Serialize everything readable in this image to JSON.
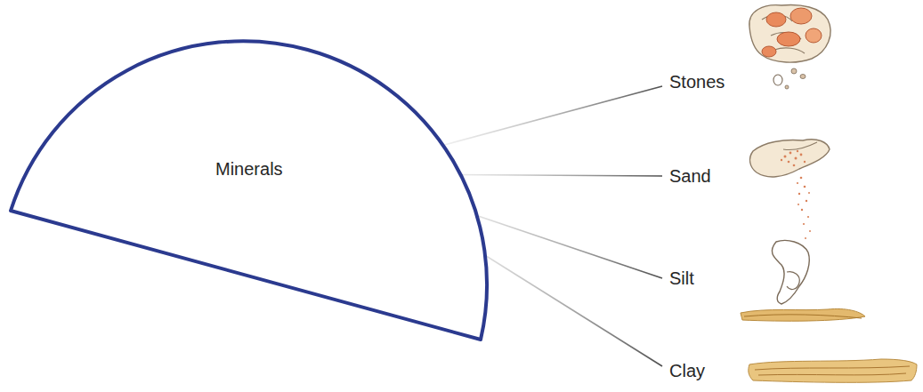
{
  "diagram": {
    "nodes": [
      {
        "text": [
          "Minerals"
        ]
      }
    ],
    "labels": [
      "Stones",
      "Sand",
      "Silt",
      "Clay"
    ]
  }
}
